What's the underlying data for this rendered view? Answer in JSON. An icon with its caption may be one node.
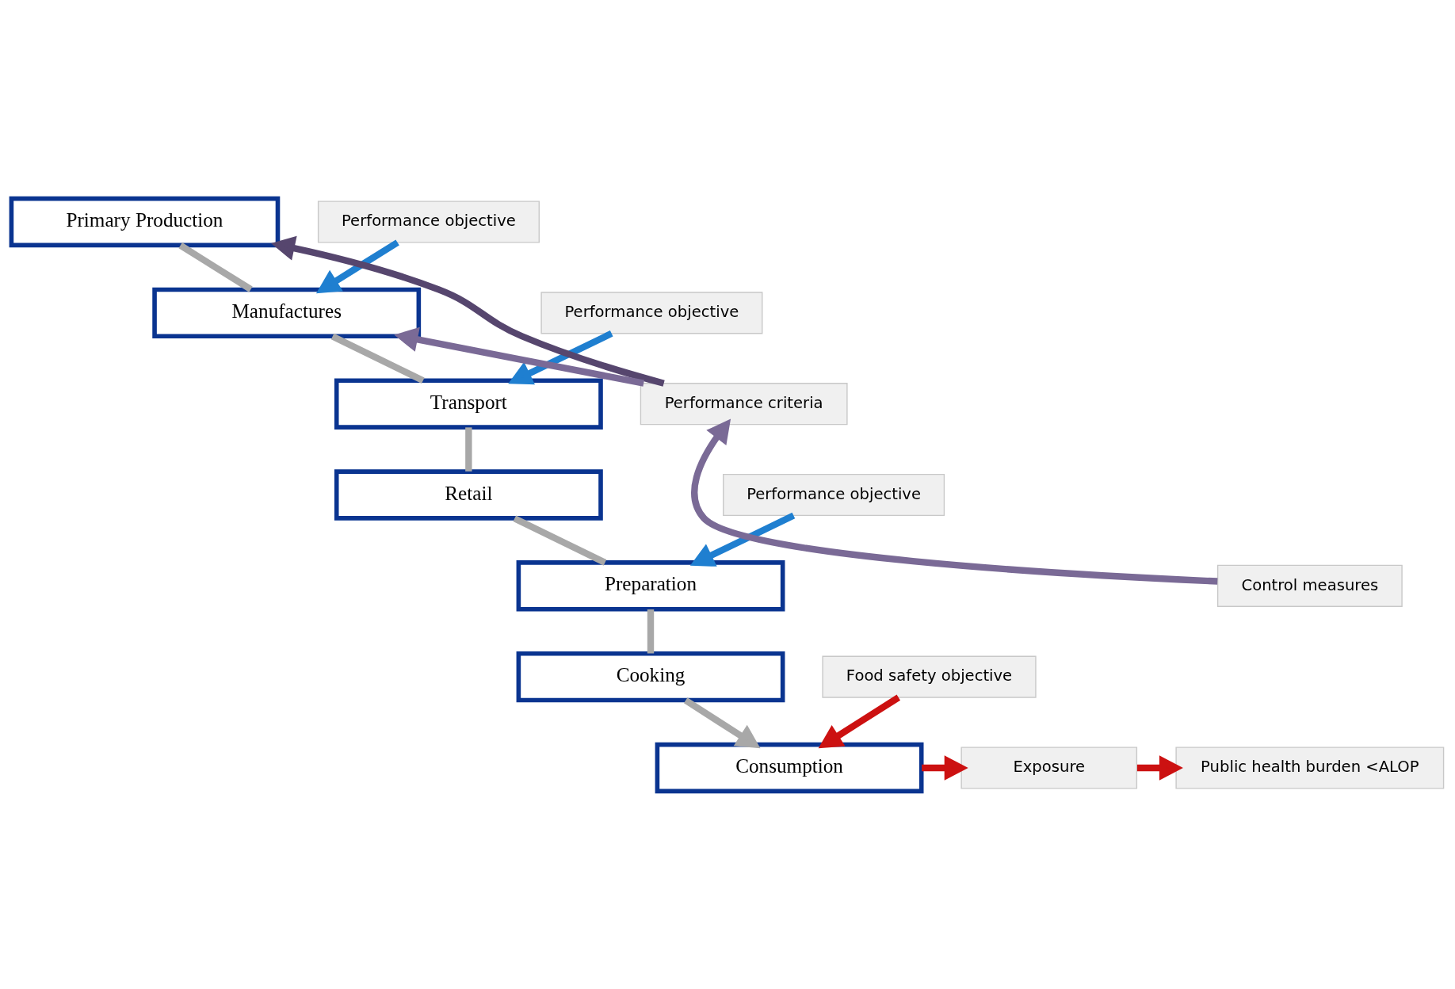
{
  "diagram": {
    "nodes": [
      {
        "text": [
          "Primary Production"
        ]
      },
      {
        "text": [
          "Performance objective"
        ]
      },
      {
        "text": [
          "Manufactures"
        ]
      },
      {
        "text": [
          "Performance objective"
        ]
      },
      {
        "text": [
          "Transport"
        ]
      },
      {
        "text": [
          "Performance criteria"
        ]
      },
      {
        "text": [
          "Retail"
        ]
      },
      {
        "text": [
          "Performance objective"
        ]
      },
      {
        "text": [
          "Preparation"
        ]
      },
      {
        "text": [
          "Cooking"
        ]
      },
      {
        "text": [
          "Food safety objective"
        ]
      },
      {
        "text": [
          "Control measures"
        ]
      },
      {
        "text": [
          "Consumption"
        ]
      },
      {
        "text": [
          "Exposure"
        ]
      },
      {
        "text": [
          "Public health burden <ALOP"
        ]
      }
    ],
    "edges": [
      {
        "from": 0,
        "to": 2,
        "arrow": "none"
      },
      {
        "from": 2,
        "to": 4,
        "arrow": "none"
      },
      {
        "from": 4,
        "to": 6,
        "arrow": "none"
      },
      {
        "from": 6,
        "to": 8,
        "arrow": "none"
      },
      {
        "from": 8,
        "to": 9,
        "arrow": "none"
      },
      {
        "from": 9,
        "to": 12,
        "arrow": "to"
      },
      {
        "from": 1,
        "to": 2,
        "arrow": "to",
        "color": "#1f7fd0"
      },
      {
        "from": 3,
        "to": 4,
        "arrow": "to",
        "color": "#1f7fd0"
      },
      {
        "from": 7,
        "to": 8,
        "arrow": "to",
        "color": "#1f7fd0"
      },
      {
        "from": 10,
        "to": 12,
        "arrow": "to",
        "color": "#cc1111"
      },
      {
        "from": 5,
        "to": 0,
        "arrow": "to",
        "color": "#56466e"
      },
      {
        "from": 5,
        "to": 2,
        "arrow": "to",
        "color": "#7a6a96"
      },
      {
        "from": 11,
        "to": 5,
        "arrow": "to",
        "color": "#7a6a96"
      },
      {
        "from": 12,
        "to": 13,
        "arrow": "to",
        "color": "#cc1111"
      },
      {
        "from": 13,
        "to": 14,
        "arrow": "to",
        "color": "#cc1111"
      }
    ]
  }
}
